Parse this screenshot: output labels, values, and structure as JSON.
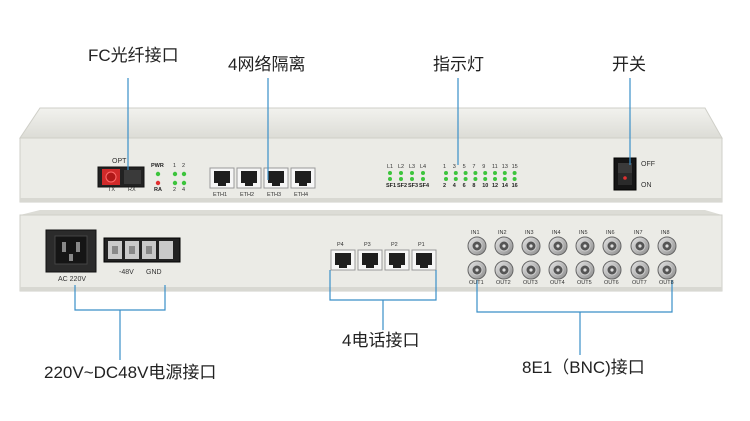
{
  "callouts": {
    "fc_port": "FC光纤接口",
    "eth4": "4网络隔离",
    "indicators": "指示灯",
    "switch": "开关",
    "power_port": "220V~DC48V电源接口",
    "phone4": "4电话接口",
    "e1_bnc": "8E1（BNC)接口"
  },
  "front": {
    "opt": "OPT",
    "tx": "TX",
    "rx": "RX",
    "pwr": "PWR",
    "ra": "RA",
    "g1": [
      "1",
      "2"
    ],
    "g2": [
      "2",
      "4"
    ],
    "eth": [
      "ETH1",
      "ETH2",
      "ETH3",
      "ETH4"
    ],
    "l_top": [
      "L1",
      "L2",
      "L3",
      "L4"
    ],
    "sfp": [
      "SF1",
      "SF2",
      "SF3",
      "SF4"
    ],
    "odd": [
      "1",
      "3",
      "5",
      "7",
      "9",
      "11",
      "13",
      "15"
    ],
    "even": [
      "2",
      "4",
      "6",
      "8",
      "10",
      "12",
      "14",
      "16"
    ],
    "off": "OFF",
    "on": "ON"
  },
  "rear": {
    "ac": "AC 220V",
    "dc_neg": "-48V",
    "gnd": "GND",
    "phones": [
      "P4",
      "P3",
      "P2",
      "P1"
    ],
    "ins": [
      "IN1",
      "IN2",
      "IN3",
      "IN4",
      "IN5",
      "IN6",
      "IN7",
      "IN8"
    ],
    "outs": [
      "OUT1",
      "OUT2",
      "OUT3",
      "OUT4",
      "OUT5",
      "OUT6",
      "OUT7",
      "OUT8"
    ]
  },
  "colors": {
    "callout_line": "#3a8fc8",
    "led_green": "#3cc43c",
    "led_red": "#e03030",
    "chassis": "#e9e9e4"
  }
}
